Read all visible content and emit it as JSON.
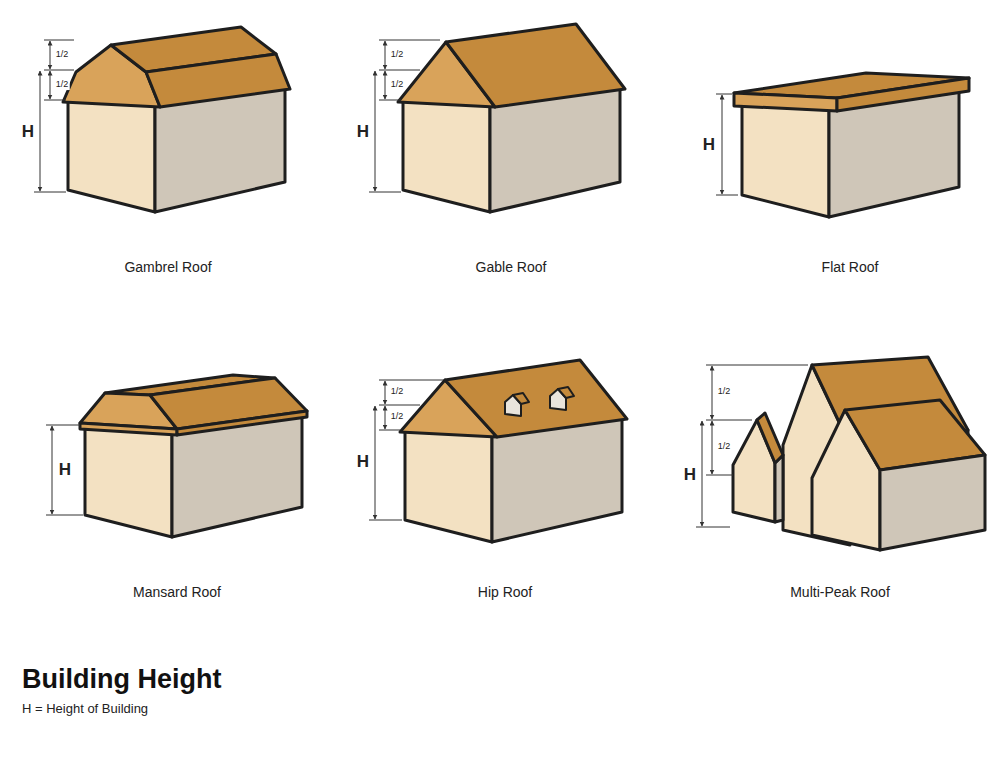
{
  "diagram": {
    "title": "Building Height",
    "caption": "H = Height of Building",
    "labels": [
      "1/2",
      "1/2",
      "H",
      "Gambrel Roof",
      "1/2",
      "1/2",
      "H",
      "Gable Roof",
      "H",
      "Flat Roof",
      "H",
      "Mansard Roof",
      "1/2",
      "1/2",
      "H",
      "Hip Roof",
      "1/2",
      "1/2",
      "H",
      "Multi-Peak Roof"
    ]
  }
}
